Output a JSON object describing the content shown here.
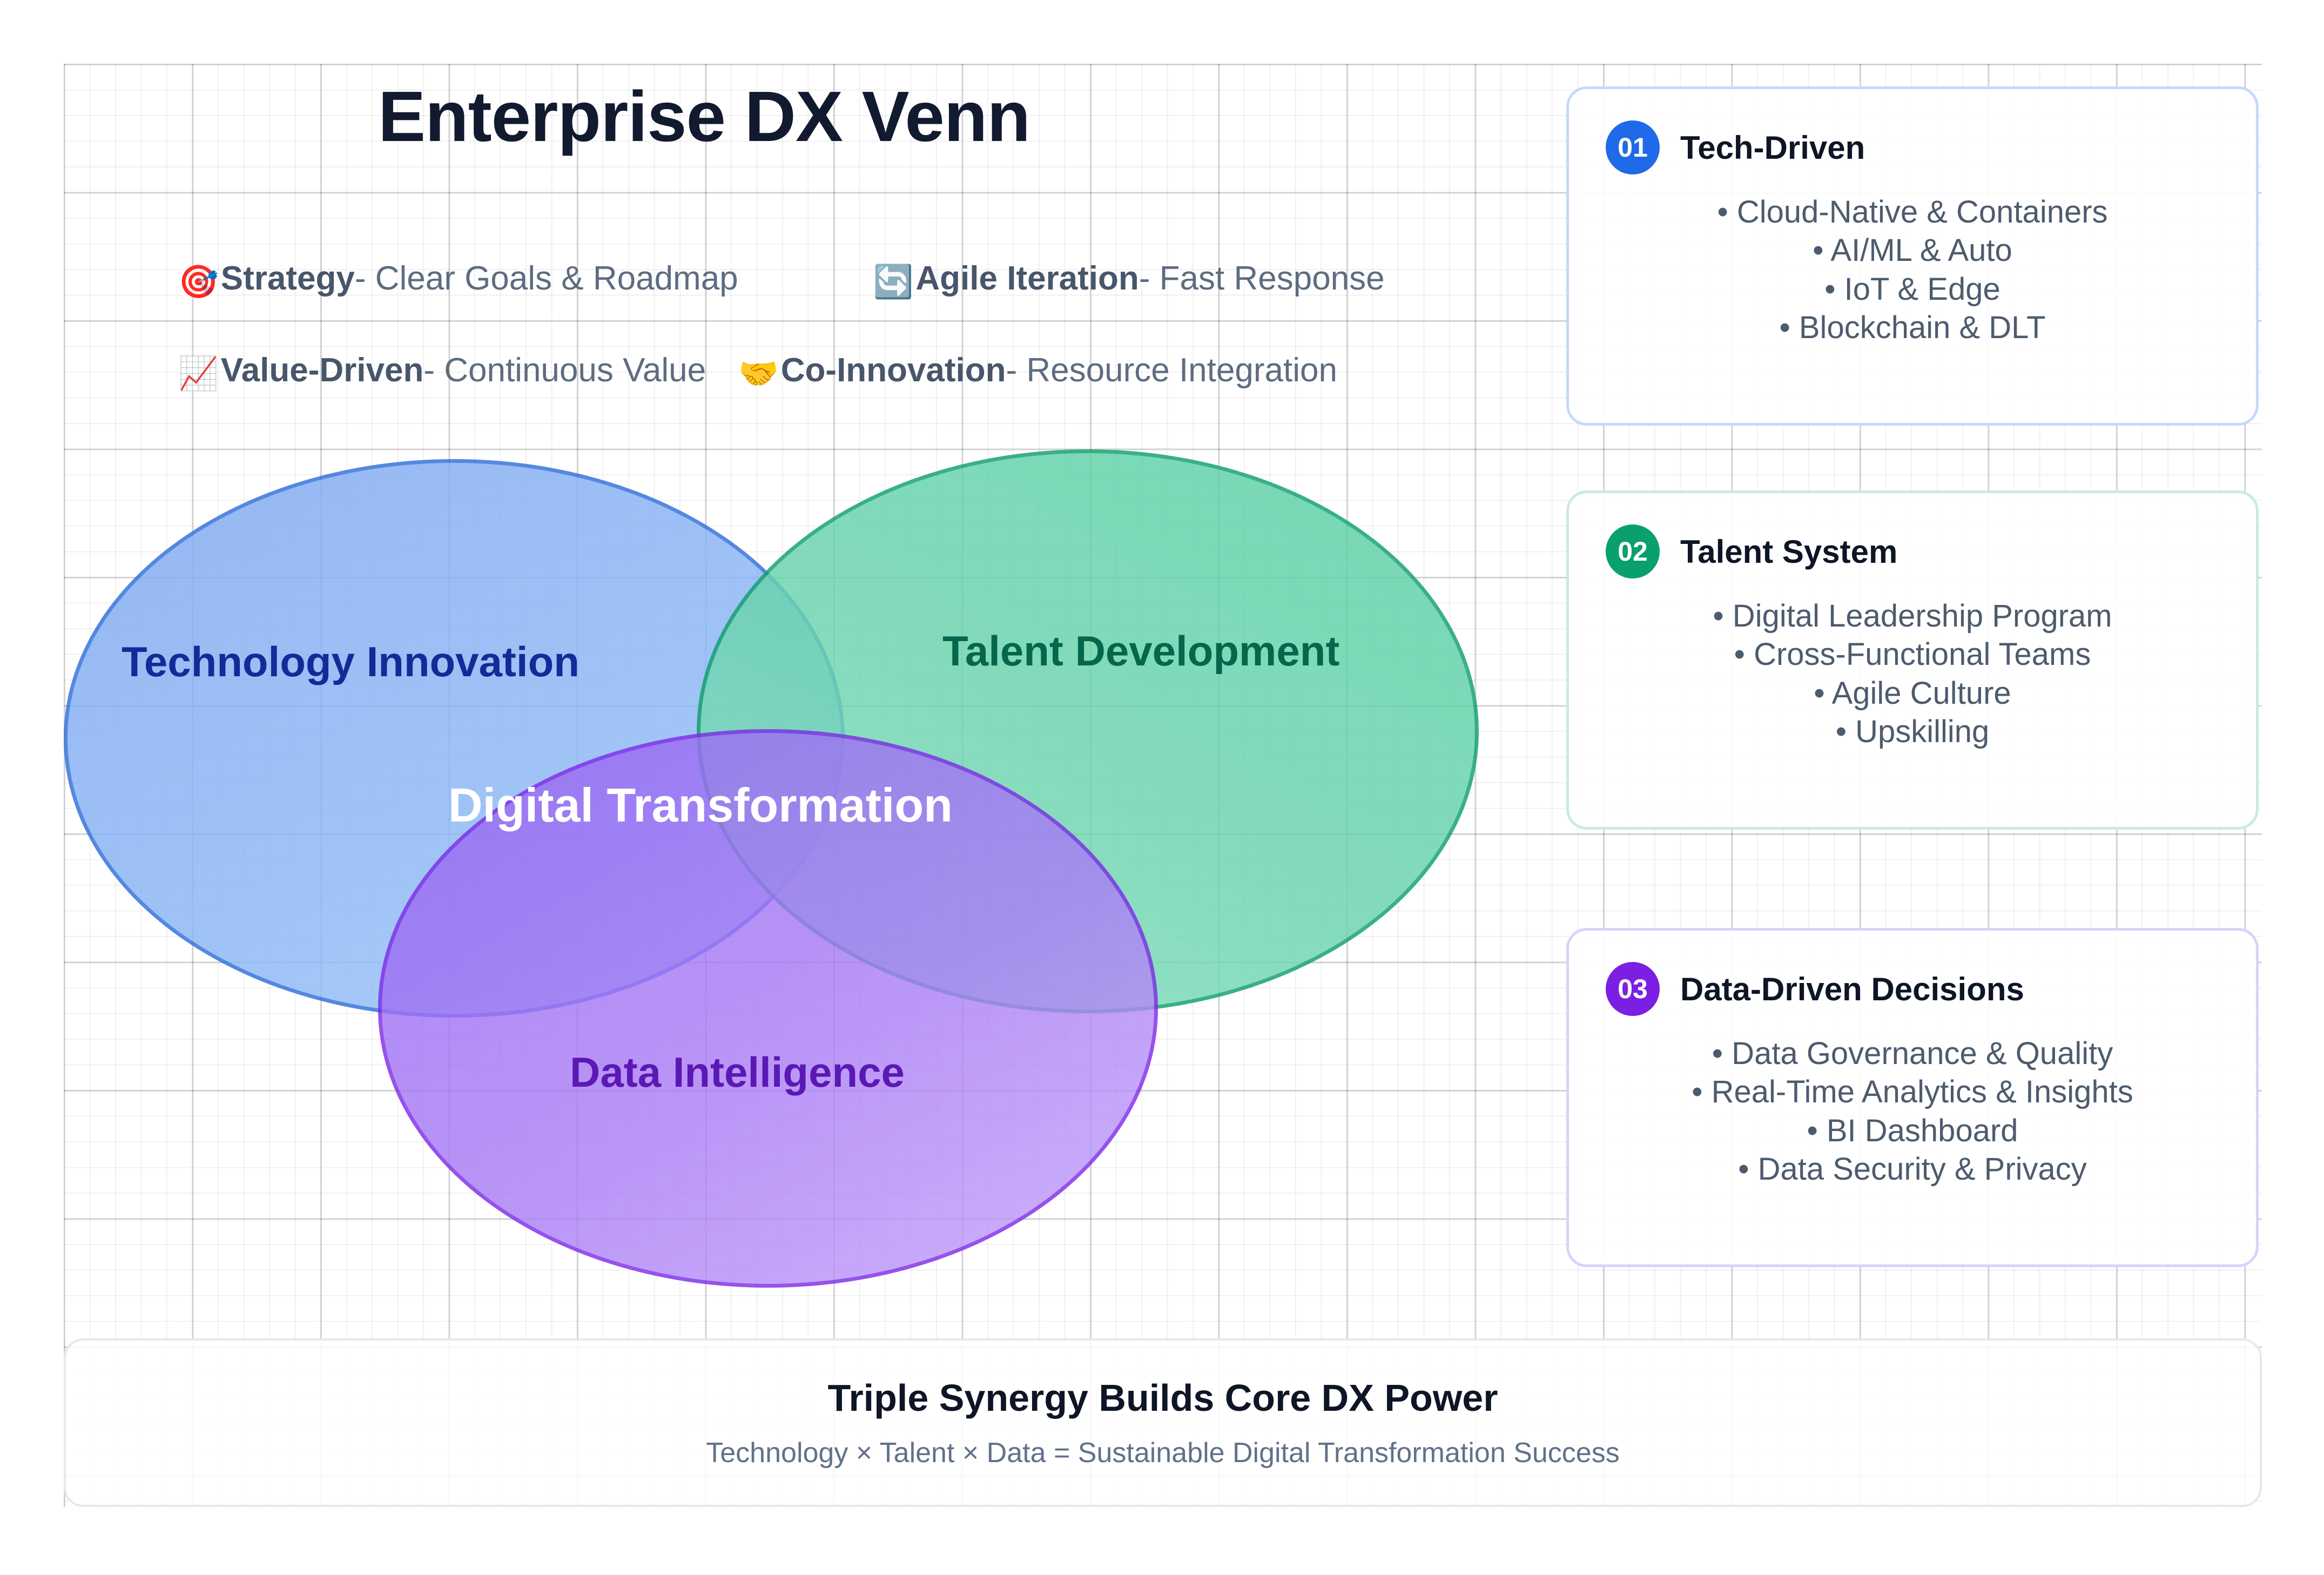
{
  "title": "Enterprise DX Venn",
  "legend": {
    "rows": [
      [
        {
          "icon": "dart-target-icon",
          "glyph": "🎯",
          "term": "Strategy",
          "desc": "- Clear Goals & Roadmap"
        },
        {
          "icon": "refresh-arrows-icon",
          "glyph": "🔄",
          "term": "Agile Iteration",
          "desc": "- Fast Response"
        }
      ],
      [
        {
          "icon": "chart-increasing-icon",
          "glyph": "📈",
          "term": "Value-Driven",
          "desc": "- Continuous Value"
        },
        {
          "icon": "handshake-icon",
          "glyph": "🤝",
          "term": "Co-Innovation",
          "desc": "- Resource Integration"
        }
      ]
    ]
  },
  "venn": {
    "circles": [
      {
        "label": "Technology Innovation",
        "color": "#2f6fdb"
      },
      {
        "label": "Talent Development",
        "color": "#0f9f6e"
      },
      {
        "label": "Data Intelligence",
        "color": "#7c28e8"
      }
    ],
    "center_label": "Digital Transformation"
  },
  "cards": [
    {
      "number": "01",
      "title": "Tech-Driven",
      "accent": "#1e6ae8",
      "items": [
        "• Cloud-Native & Containers",
        "• AI/ML & Auto",
        "• IoT & Edge",
        "• Blockchain & DLT"
      ]
    },
    {
      "number": "02",
      "title": "Talent System",
      "accent": "#0aa06c",
      "items": [
        "• Digital Leadership Program",
        "• Cross-Functional Teams",
        "• Agile Culture",
        "• Upskilling"
      ]
    },
    {
      "number": "03",
      "title": "Data-Driven Decisions",
      "accent": "#7b20e3",
      "items": [
        "• Data Governance & Quality",
        "• Real-Time Analytics & Insights",
        "• BI Dashboard",
        "• Data Security & Privacy"
      ]
    }
  ],
  "footer": {
    "title": "Triple Synergy Builds Core DX Power",
    "subtitle": "Technology × Talent × Data = Sustainable Digital Transformation Success"
  }
}
